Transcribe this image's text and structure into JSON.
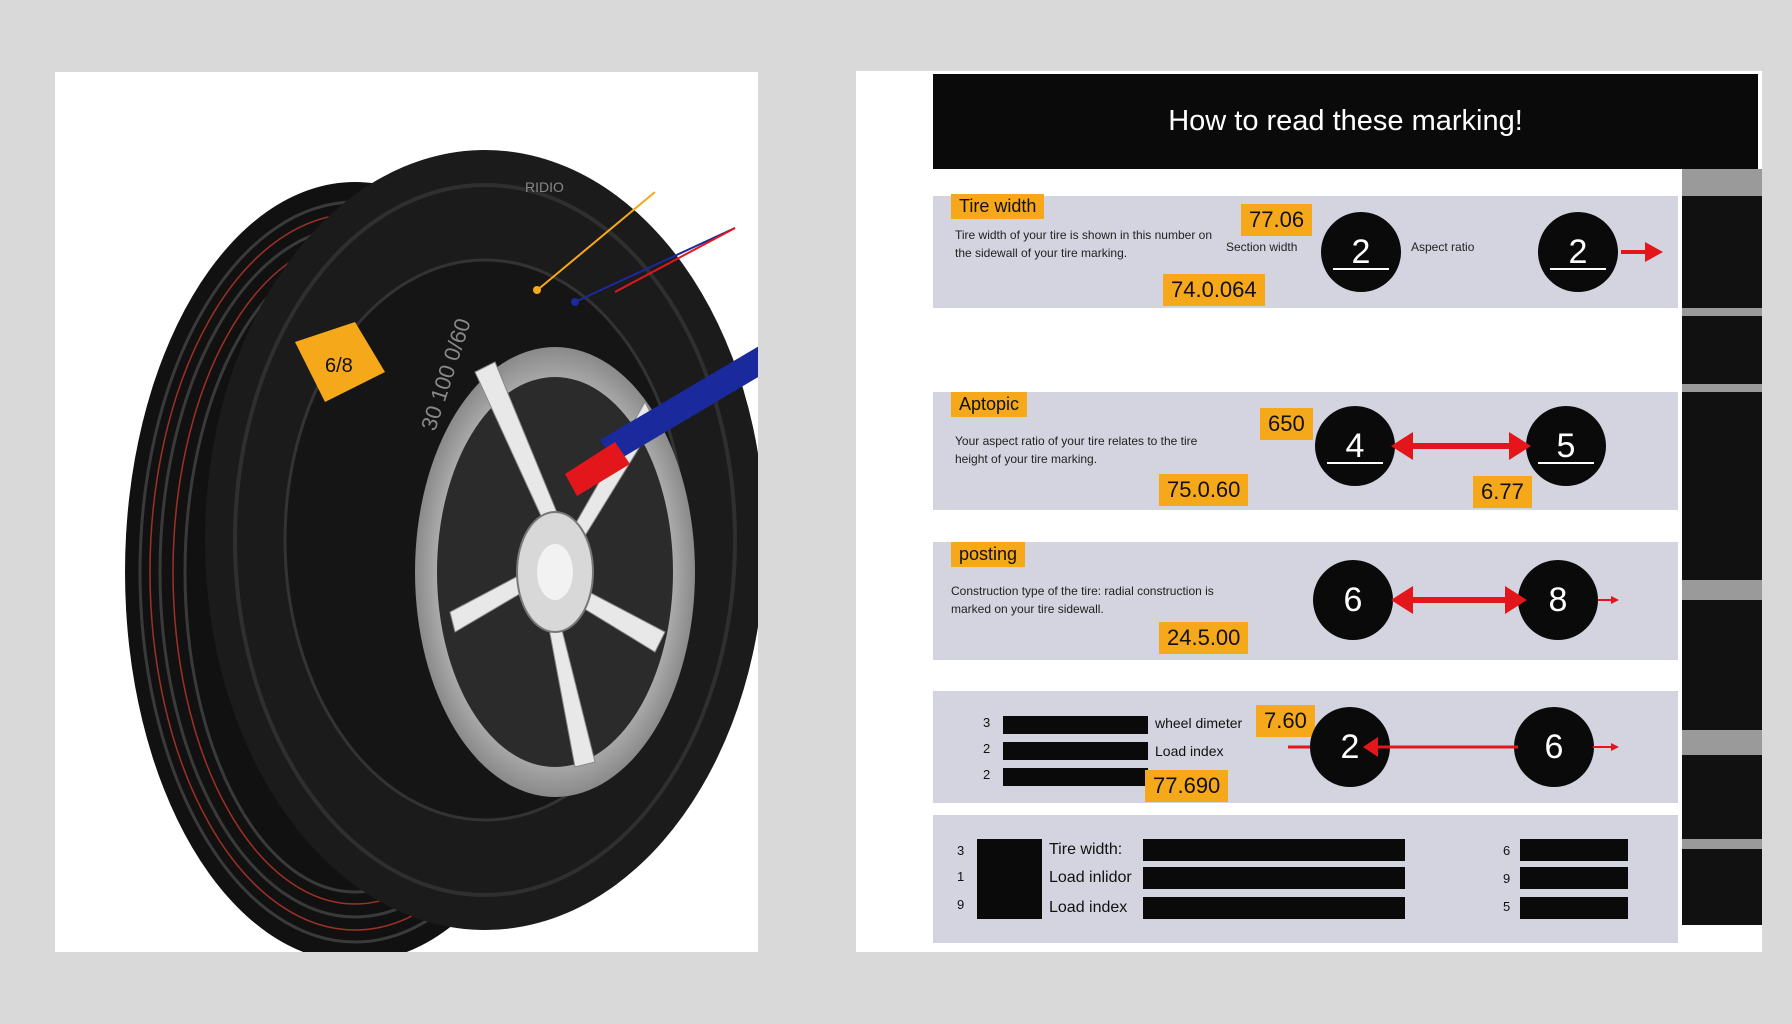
{
  "tire": {
    "badge": "6/8",
    "sidewall_text": "30 100 0/60",
    "brand_text": "RIDIO"
  },
  "guide": {
    "title": "How to read these marking!",
    "row1": {
      "tag": "Tire width",
      "desc": "Tire width of your tire is shown in this number on the sidewall of your tire marking.",
      "num_top": "77.06",
      "num_bottom": "74.0.064",
      "small1": "Section width",
      "small2": "Aspect ratio",
      "circle1": "2",
      "circle2": "2"
    },
    "row2": {
      "tag": "Aptopic",
      "desc": "Your aspect ratio of your tire relates to the tire height of your tire marking.",
      "num_top": "650",
      "num_bottom": "75.0.60",
      "num_right": "6.77",
      "circle1": "4",
      "circle2": "5"
    },
    "row3": {
      "tag": "posting",
      "desc": "Construction type of the tire: radial construction is marked on your tire sidewall.",
      "num_bottom": "24.5.00",
      "circle1": "6",
      "circle2": "8"
    },
    "row4": {
      "digits": [
        "3",
        "2",
        "2"
      ],
      "label1": "wheel dimeter",
      "label2": "Load index",
      "num_top": "7.60",
      "num_bottom": "77.690",
      "circle1": "2",
      "circle2": "6"
    },
    "row5": {
      "left_digits": [
        "3",
        "1",
        "9"
      ],
      "labels": [
        "Tire width:",
        "Load inlidor",
        "Load index"
      ],
      "right_digits": [
        "6",
        "9",
        "5"
      ]
    }
  }
}
